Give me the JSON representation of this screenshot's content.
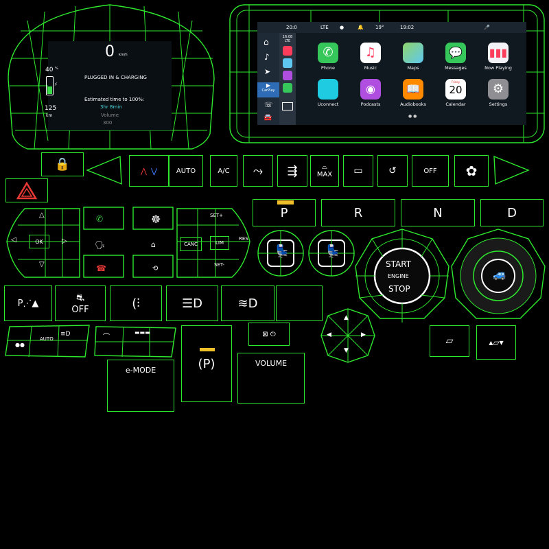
{
  "cluster": {
    "speed": "0",
    "speed_unit": "km/h",
    "battery_pct": "40",
    "battery_unit": "%",
    "range": "125",
    "range_unit": "km",
    "status": "PLUGGED IN & CHARGING",
    "estimate_label": "Estimated time to 100%:",
    "estimate_value": "3hr 8min",
    "line_a": "Volume",
    "line_b": "300"
  },
  "carplay": {
    "status_time_small": "20:0",
    "status_clock": "19:02",
    "status_network": "LTE",
    "status_temp": "19°",
    "dock_time": "16:08",
    "dock_network": "LTE",
    "side_label": "CarPlay",
    "apps": [
      {
        "name": "Phone",
        "color": "#35c759"
      },
      {
        "name": "Music",
        "color": "#fb3c5a"
      },
      {
        "name": "Maps",
        "color": "#5fc8f0"
      },
      {
        "name": "Messages",
        "color": "#35c759"
      },
      {
        "name": "Now Playing",
        "color": "#f2f2f7"
      },
      {
        "name": "Uconnect",
        "color": "#1ecbe1"
      },
      {
        "name": "Podcasts",
        "color": "#b04ee0"
      },
      {
        "name": "Audiobooks",
        "color": "#ff8a00"
      },
      {
        "name": "Calendar",
        "color": "#ffffff"
      },
      {
        "name": "Settings",
        "color": "#8e8e93"
      }
    ],
    "calendar_day": "Friday",
    "calendar_date": "20"
  },
  "hvac": {
    "auto_label": "AUTO",
    "ac_label": "A/C",
    "max_label": "MAX",
    "off_label": "OFF"
  },
  "wheel": {
    "ok_label": "OK",
    "set_plus": "SET+",
    "set_minus": "SET-",
    "canc": "CANC",
    "lim": "LIM",
    "res": "RES"
  },
  "gears": [
    "P",
    "R",
    "N",
    "D"
  ],
  "engine": {
    "line1": "START",
    "line2": "ENGINE",
    "line3": "STOP"
  },
  "lights": {
    "esc_off": "OFF",
    "auto_label": "AUTO"
  },
  "misc": {
    "emode": "e-MODE",
    "volume": "VOLUME"
  }
}
